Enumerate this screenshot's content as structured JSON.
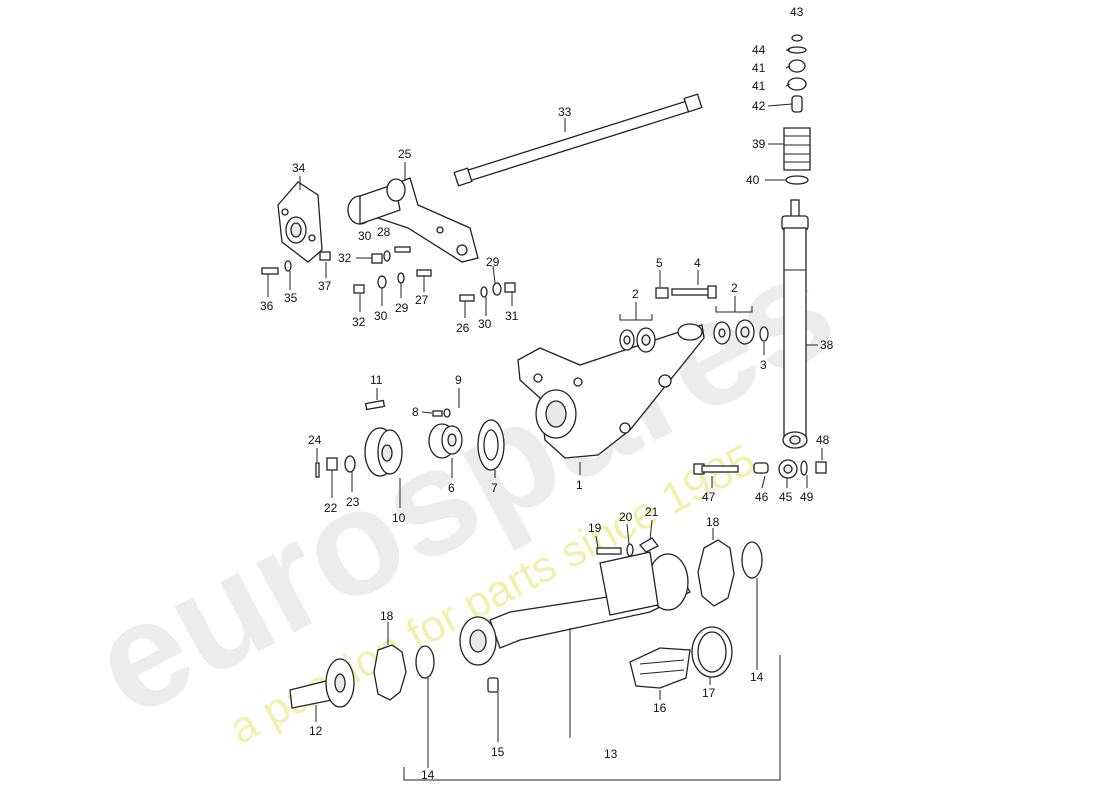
{
  "watermark": {
    "brand": "eurospares",
    "tagline": "a passion for parts since 1985",
    "brand_color": "#e6e6e6",
    "tagline_color": "#eef0a6"
  },
  "labels": {
    "p1": "1",
    "p2a": "2",
    "p2b": "2",
    "p3": "3",
    "p4": "4",
    "p5": "5",
    "p6": "6",
    "p7": "7",
    "p8": "8",
    "p9": "9",
    "p10": "10",
    "p11": "11",
    "p12": "12",
    "p13": "13",
    "p14a": "14",
    "p14b": "14",
    "p15": "15",
    "p16": "16",
    "p17": "17",
    "p18a": "18",
    "p18b": "18",
    "p19": "19",
    "p20": "20",
    "p21": "21",
    "p22": "22",
    "p23": "23",
    "p24": "24",
    "p25": "25",
    "p26": "26",
    "p27": "27",
    "p28": "28",
    "p29a": "29",
    "p29b": "29",
    "p30a": "30",
    "p30b": "30",
    "p30c": "30",
    "p31": "31",
    "p32a": "32",
    "p32b": "32",
    "p33": "33",
    "p34": "34",
    "p35": "35",
    "p36": "36",
    "p37": "37",
    "p38": "38",
    "p39": "39",
    "p40": "40",
    "p41a": "41",
    "p41b": "41",
    "p42": "42",
    "p43": "43",
    "p44": "44",
    "p45": "45",
    "p46": "46",
    "p47": "47",
    "p48": "48",
    "p49": "49"
  }
}
